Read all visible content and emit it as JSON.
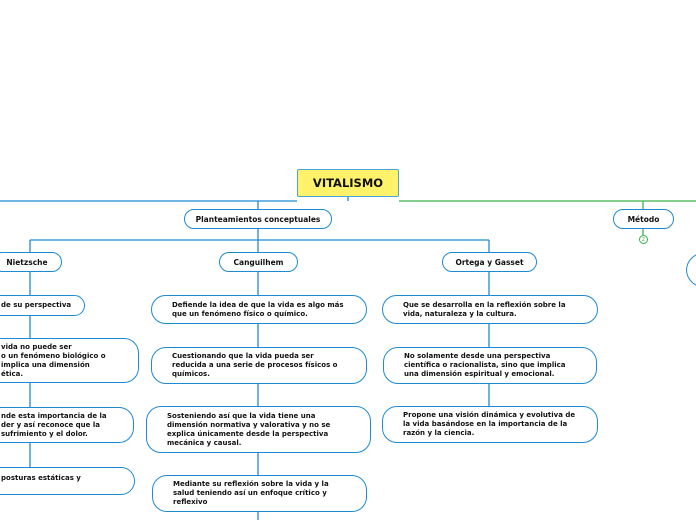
{
  "root": {
    "title": "VITALISMO"
  },
  "branches": {
    "planteamientos": "Planteamientos conceptuales",
    "metodo": "Método",
    "metodo_children_count": "2"
  },
  "authors": {
    "nietzsche": "Nietzsche",
    "canguilhem": "Canguilhem",
    "ortega": "Ortega y Gasset"
  },
  "nietzsche_items": [
    "de su perspectiva",
    "vida no puede ser\no un fenómeno biológico o\nimplica una dimensión\nética.",
    "nde esta importancia de la\nder y así reconoce que la\nsufrimiento y el dolor.",
    "posturas estáticas y"
  ],
  "canguilhem_items": [
    "Defiende la idea de que la vida es algo más\nque un fenómeno físico o químico.",
    "Cuestionando que la vida pueda ser\nreducida a una serie de procesos físicos o\nquímicos.",
    "Sosteniendo así que la vida tiene una\ndimensión normativa y valorativa y no se\nexplica únicamente desde la perspectiva\nmecánica y causal.",
    "Mediante su reflexión sobre la vida y la\nsalud teniendo así un enfoque crítico y\nreflexivo"
  ],
  "ortega_items": [
    "Que se desarrolla en la reflexión sobre la\nvida, naturaleza y la cultura.",
    "No solamente  desde una perspectiva\ncientífica o racionalista, sino que implica\nuna dimensión espiritual y emocional.",
    "Propone una visión dinámica y evolutiva de\nla vida basándose en la importancia de la\nrazón y la ciencia."
  ],
  "colors": {
    "blue": "#1f8ad4",
    "green": "#39b54a",
    "root_fill": "#fef26b"
  }
}
